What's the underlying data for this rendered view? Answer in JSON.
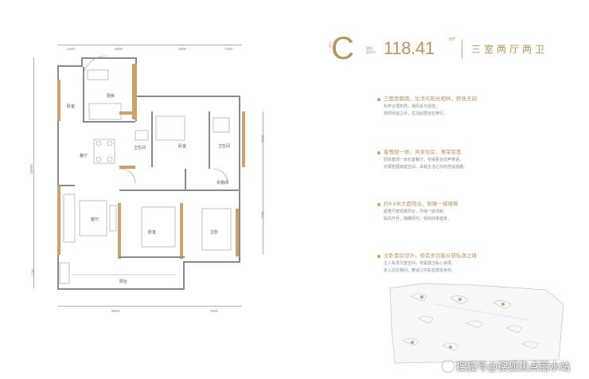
{
  "unit": {
    "label_small": "户型",
    "letter": "C",
    "area_label": "建筑\n面积约",
    "area_value": "118.41",
    "area_unit": "m²",
    "layout_type": "三室两厅两卫"
  },
  "features": [
    {
      "title": "三面宽朝南，生活与阳光相伴，舒逸无间",
      "lines": [
        "科学合理布局，通风采光俱佳，",
        "悠然闲适之外，生活起居自在穿行。"
      ]
    },
    {
      "title": "客餐厨一体，共享住房，尊荣有度",
      "lines": [
        "厨房宽阔一体化客餐厅，容纳更多欢声笑语，",
        "无限拓展家庭空间，承载生活之外的舒适逸趣。"
      ]
    },
    {
      "title": "约6.6米大面阳台，俯瞰一城璀璨",
      "lines": [
        "超宽尺度观景阳台，尽纳一窗清新，",
        "取风开月，播撒阳光，领启四季盛景。"
      ]
    },
    {
      "title": "主卧套房设计，缔造多功能从容私逸之境",
      "lines": [
        "主人私享尺度空间，专属独卫私心浪漫，",
        "步入式衣帽间，奢适之中彰显尊崇身份。"
      ]
    }
  ],
  "plan": {
    "rooms": {
      "kitchen": "厨房",
      "bedroom_left": "卧室",
      "dining": "餐厅",
      "living": "客厅",
      "bath_1": "卫生间",
      "bedroom_mid": "卧室",
      "bath_2": "卫生间",
      "closet": "衣帽间",
      "bedroom_2": "卧室",
      "master": "主卧",
      "balcony": "阳台"
    },
    "dims_top": [
      "1600",
      "3900",
      "3000",
      "1700"
    ],
    "dims_left": [
      "10000",
      "1740"
    ],
    "dims_right": [
      "3000",
      "4700"
    ],
    "dims_bottom": [
      "6800",
      "3000"
    ]
  },
  "watermark": {
    "text": "搜狐号@搜狐焦点丽水站"
  }
}
